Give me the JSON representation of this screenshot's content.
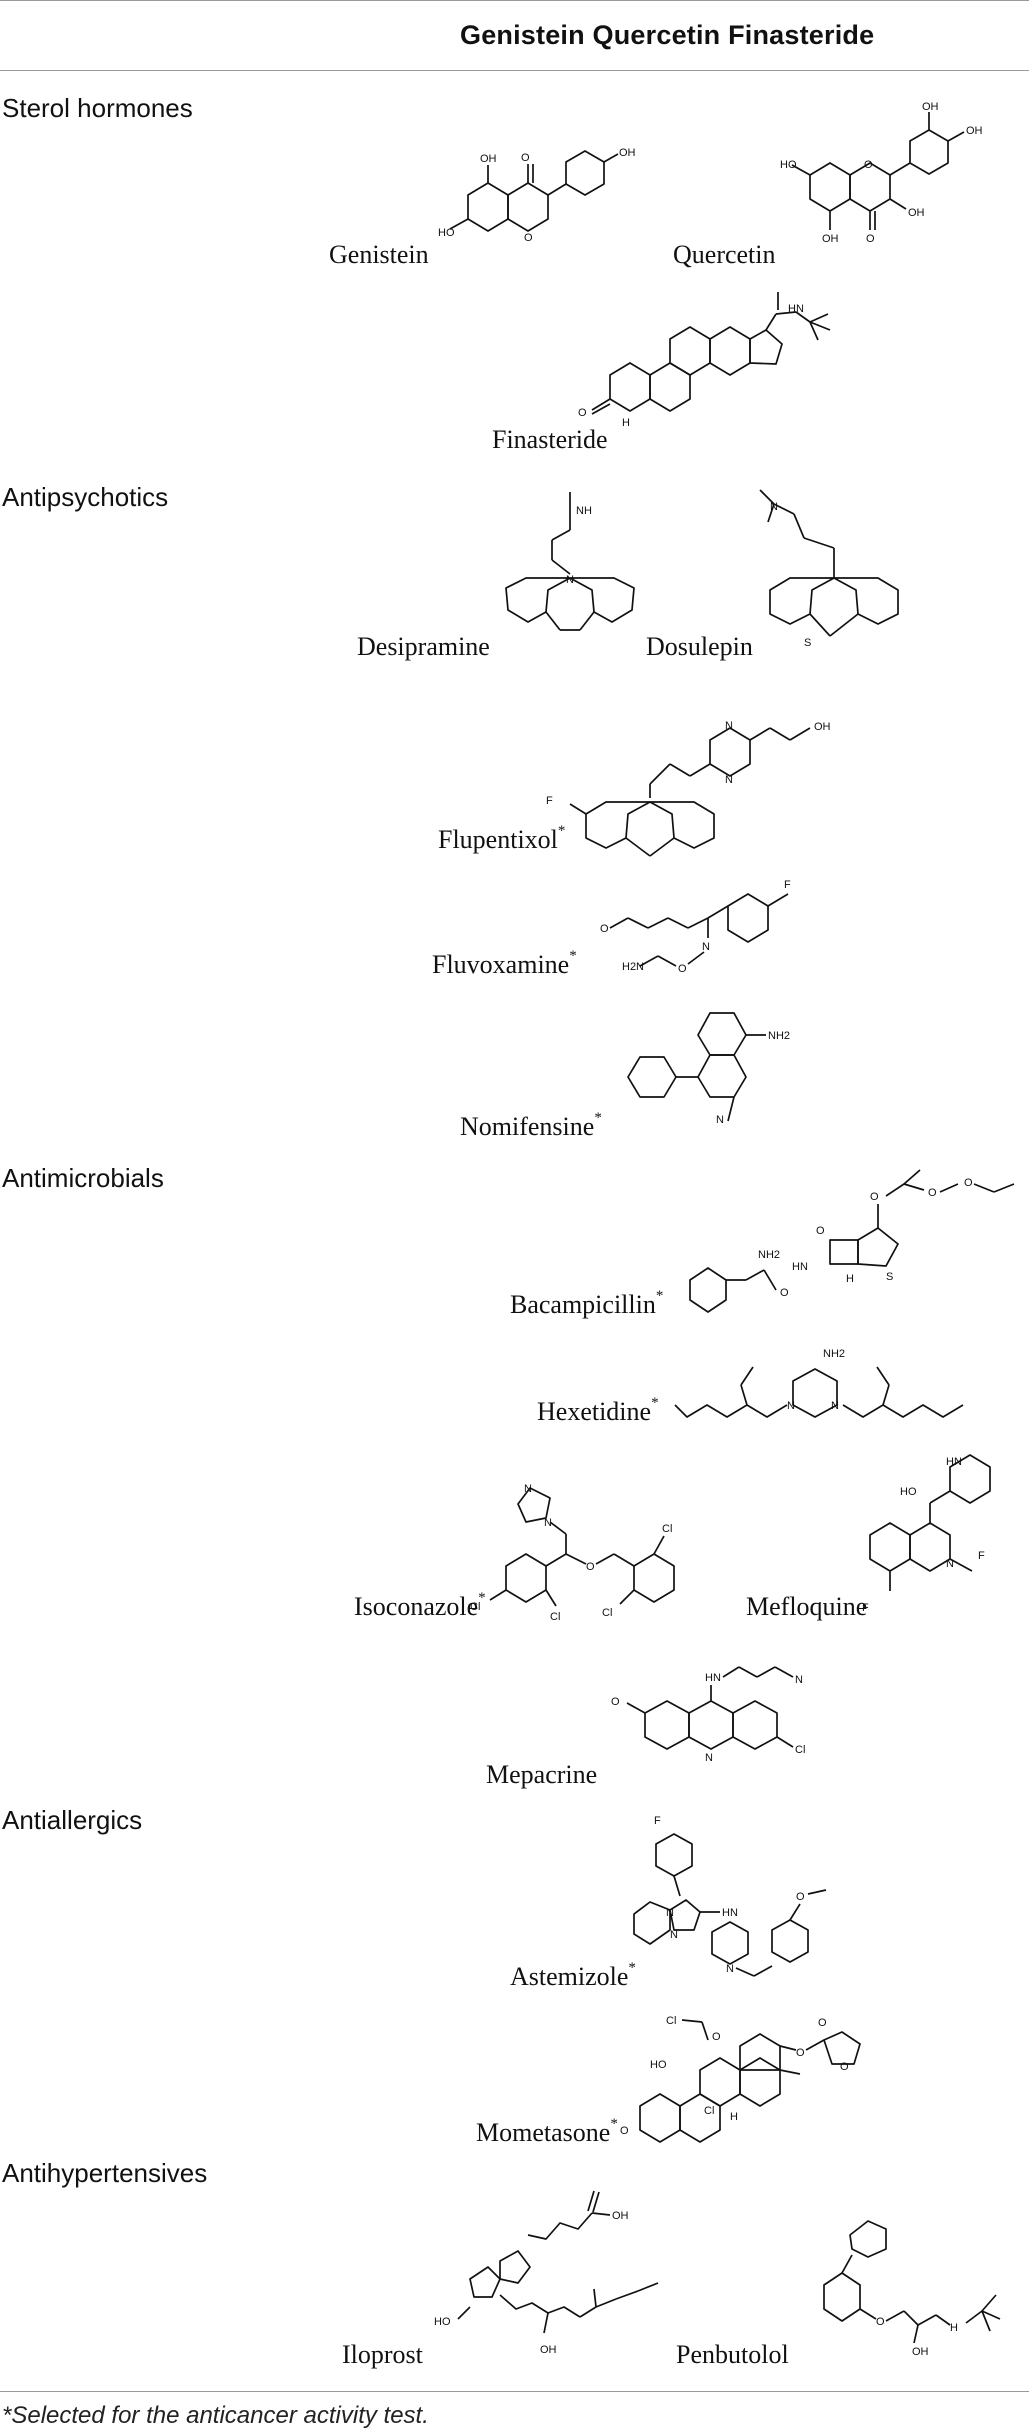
{
  "header": {
    "title": "Genistein Quercetin Finasteride"
  },
  "categories": {
    "sterol": "Sterol hormones",
    "antipsychotics": "Antipsychotics",
    "antimicrobials": "Antimicrobials",
    "antiallergics": "Antiallergics",
    "antihypertensives": "Antihypertensives"
  },
  "drugs": {
    "genistein": "Genistein",
    "quercetin": "Quercetin",
    "finasteride": "Finasteride",
    "desipramine": "Desipramine",
    "dosulepin": "Dosulepin",
    "flupentixol": "Flupentixol",
    "fluvoxamine": "Fluvoxamine",
    "nomifensine": "Nomifensine",
    "bacampicillin": "Bacampicillin",
    "hexetidine": "Hexetidine",
    "isoconazole": "Isoconazole",
    "mefloquine": "Mefloquine",
    "mepacrine": "Mepacrine",
    "astemizole": "Astemizole",
    "mometasone": "Mometasone",
    "iloprost": "Iloprost",
    "penbutolol": "Penbutolol"
  },
  "marker": "*",
  "atoms": {
    "oh": "OH",
    "ho": "HO",
    "o": "O",
    "nh": "NH",
    "n": "N",
    "s": "S",
    "f": "F",
    "cl": "Cl",
    "nh2": "NH2",
    "h2n": "H2N",
    "h": "H",
    "hn": "HN"
  },
  "footnote": "*Selected for the anticancer activity test."
}
